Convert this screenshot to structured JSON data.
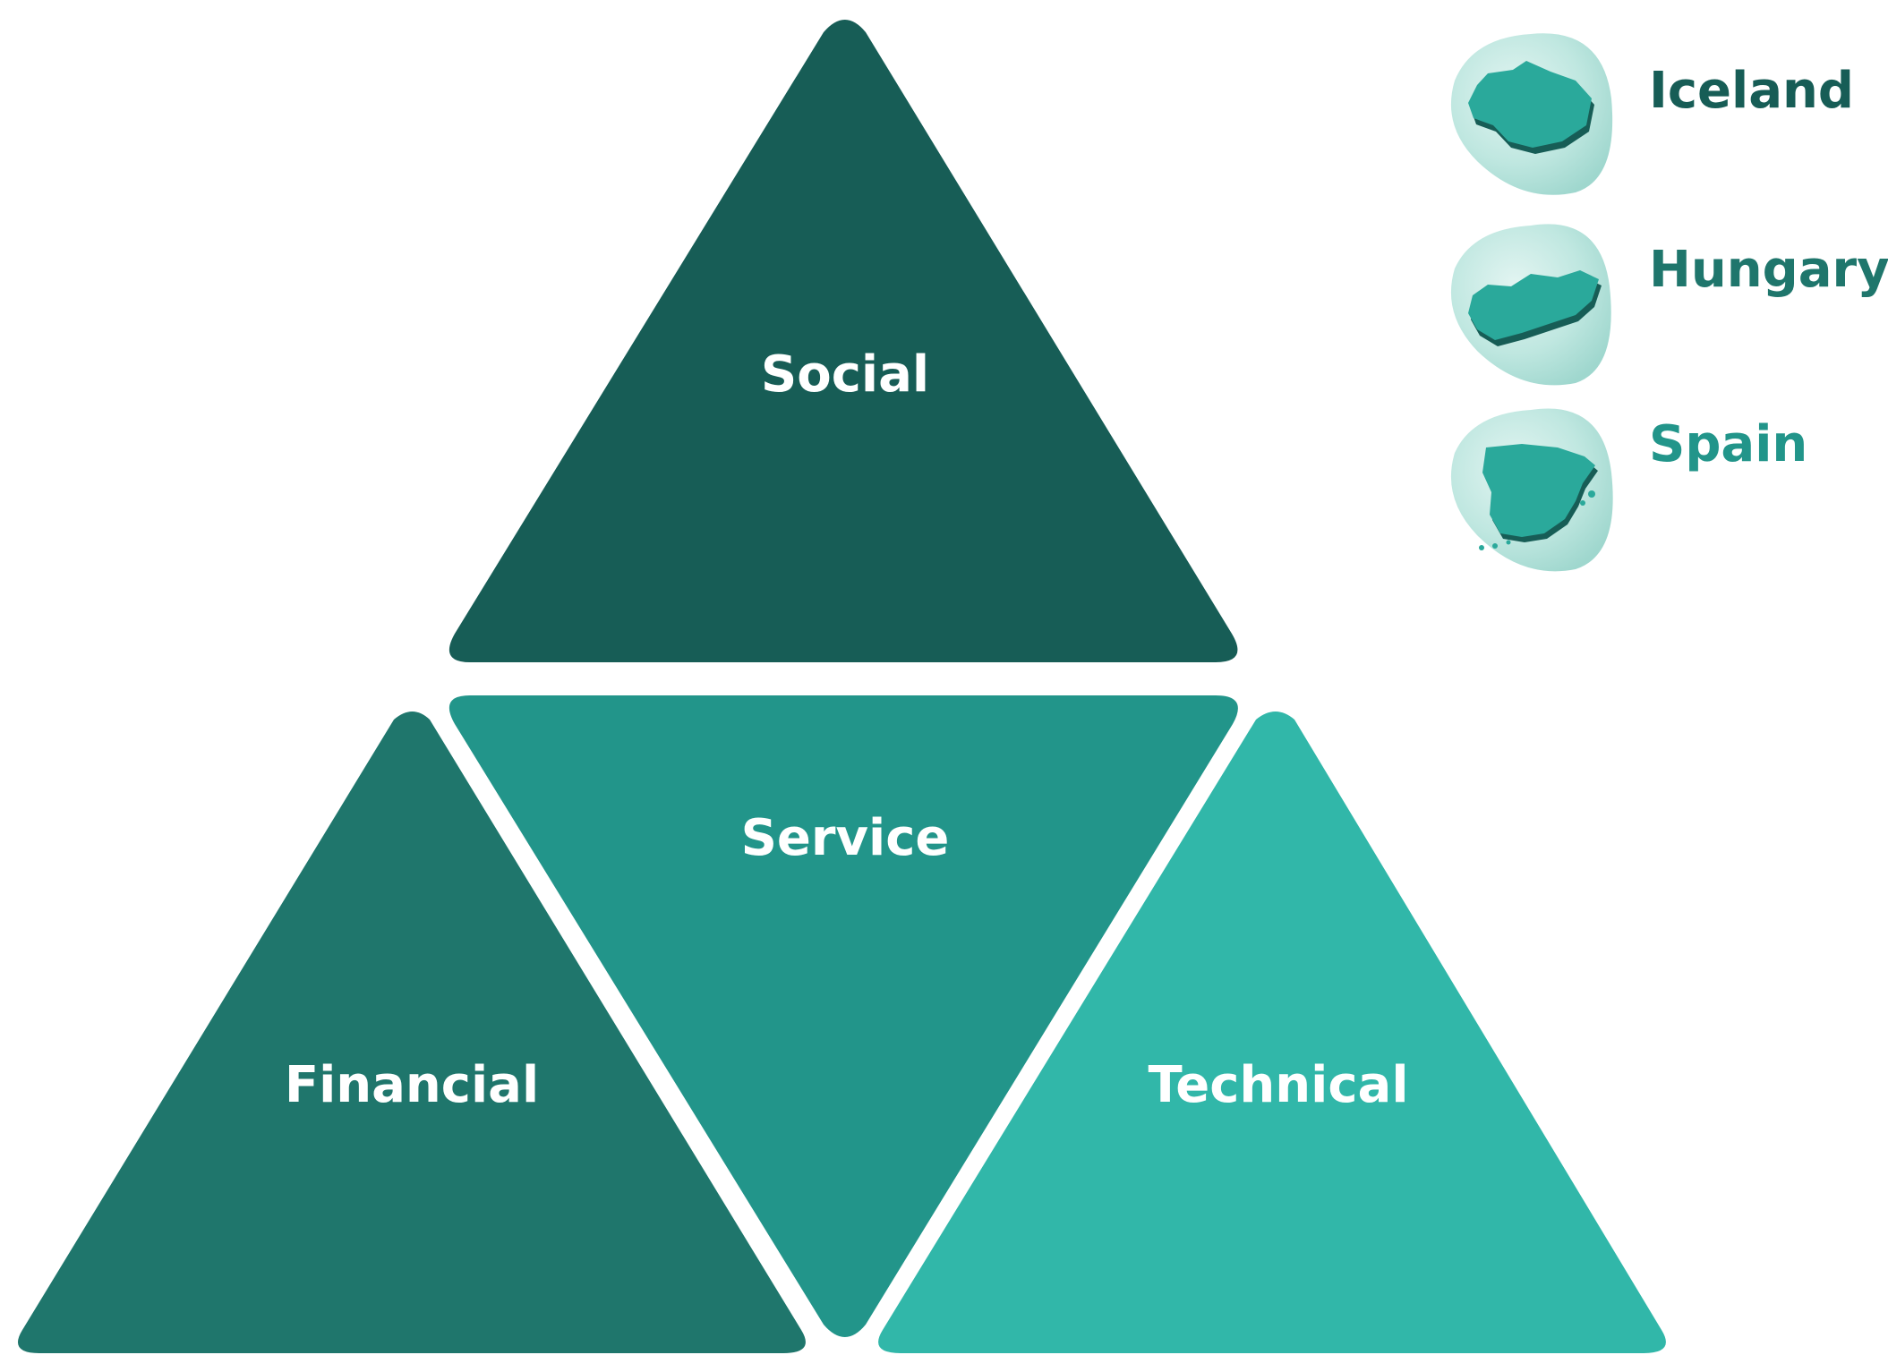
{
  "diagram": {
    "segments": [
      {
        "id": "social",
        "label": "Social",
        "color": "#175d56"
      },
      {
        "id": "service",
        "label": "Service",
        "color": "#22958a"
      },
      {
        "id": "financial",
        "label": "Financial",
        "color": "#1f766c"
      },
      {
        "id": "technical",
        "label": "Technical",
        "color": "#31b7a9"
      }
    ]
  },
  "legend": {
    "items": [
      {
        "id": "iceland",
        "label": "Iceland",
        "color": "#175d56",
        "icon": "iceland-map-icon"
      },
      {
        "id": "hungary",
        "label": "Hungary",
        "color": "#1f766c",
        "icon": "hungary-map-icon"
      },
      {
        "id": "spain",
        "label": "Spain",
        "color": "#22958a",
        "icon": "spain-map-icon"
      }
    ]
  },
  "colors": {
    "blob_light": "#cfeee9",
    "blob_mid": "#a8ddd5",
    "map_fill": "#2aa99b",
    "map_shadow": "#175d56"
  }
}
